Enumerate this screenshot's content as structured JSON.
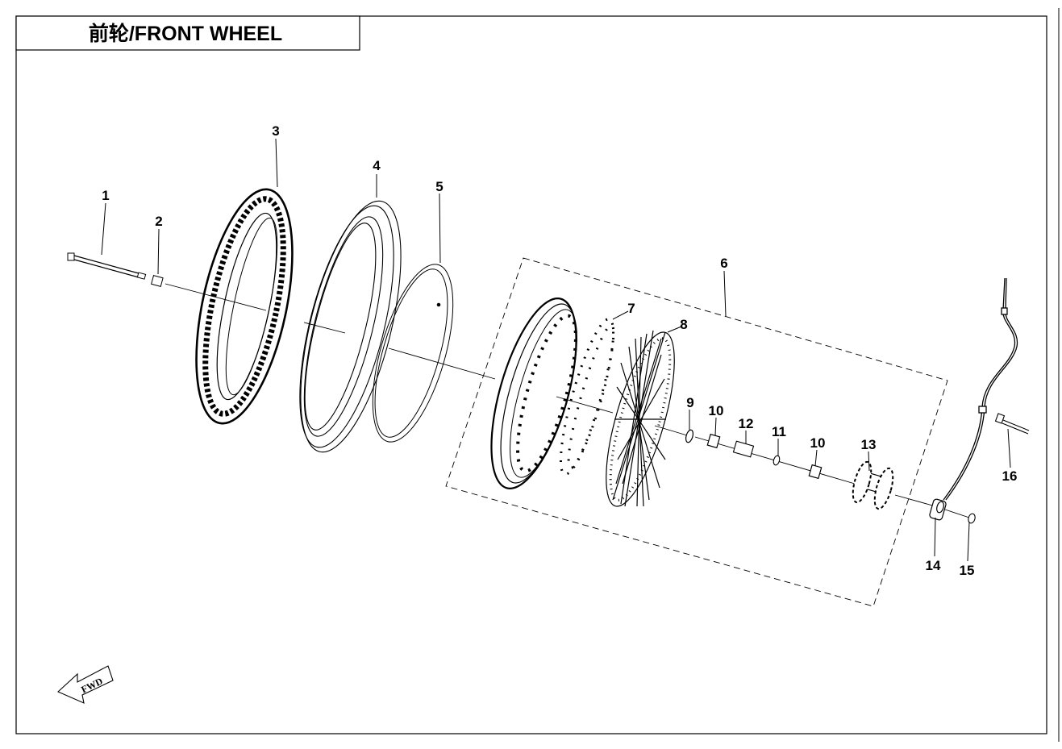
{
  "title": "前轮/FRONT WHEEL",
  "direction_label": "FWD",
  "callouts": [
    {
      "id": "1",
      "label": "1"
    },
    {
      "id": "2",
      "label": "2"
    },
    {
      "id": "3",
      "label": "3"
    },
    {
      "id": "4",
      "label": "4"
    },
    {
      "id": "5",
      "label": "5"
    },
    {
      "id": "6",
      "label": "6"
    },
    {
      "id": "7",
      "label": "7"
    },
    {
      "id": "8",
      "label": "8"
    },
    {
      "id": "9",
      "label": "9"
    },
    {
      "id": "10a",
      "label": "10"
    },
    {
      "id": "12",
      "label": "12"
    },
    {
      "id": "11",
      "label": "11"
    },
    {
      "id": "10b",
      "label": "10"
    },
    {
      "id": "13",
      "label": "13"
    },
    {
      "id": "14",
      "label": "14"
    },
    {
      "id": "15",
      "label": "15"
    },
    {
      "id": "16",
      "label": "16"
    }
  ]
}
